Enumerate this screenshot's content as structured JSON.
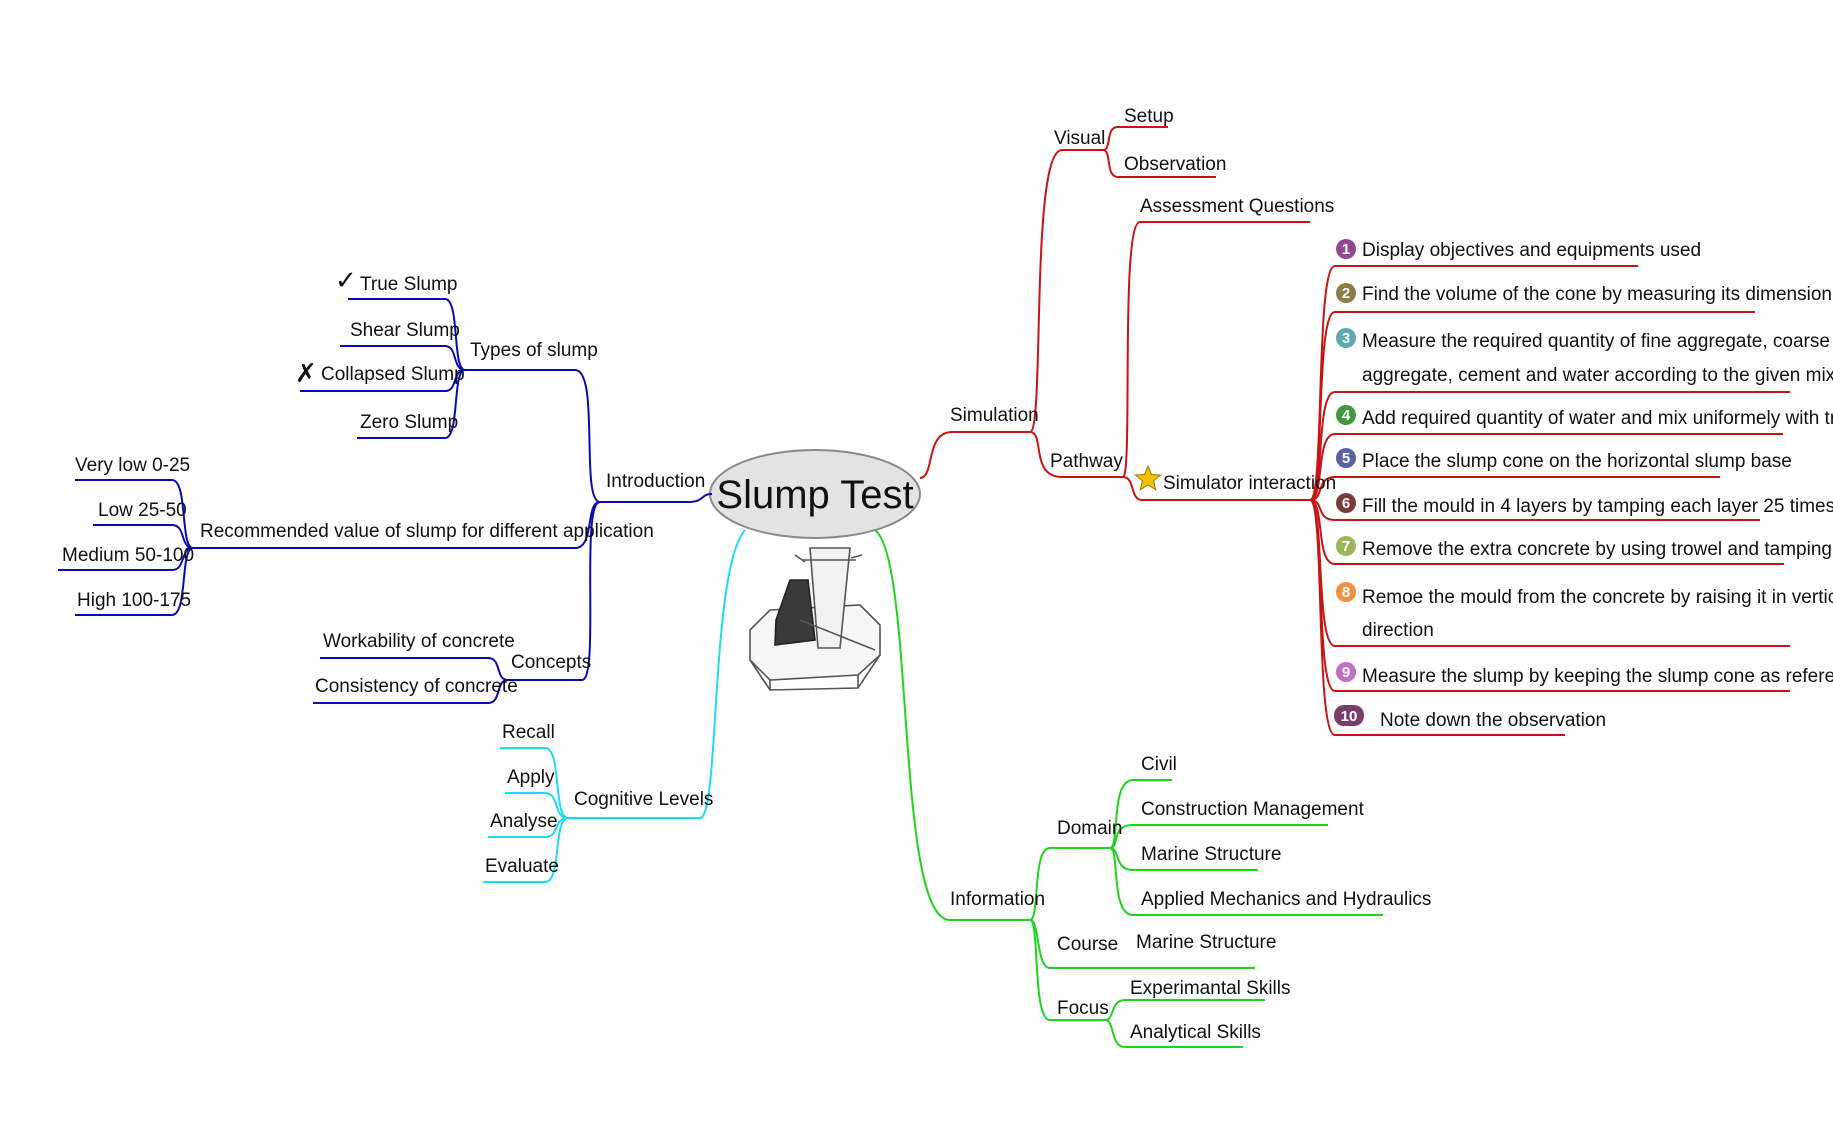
{
  "central": {
    "label": "Slump Test"
  },
  "colors": {
    "simulation": "#c81414",
    "information": "#1ed41e",
    "introduction": "#0a0ab4",
    "cognitive": "#1edcf0",
    "check": "#2bb52b",
    "cross": "#e01010",
    "star": "#f2c200"
  },
  "introduction": {
    "label": "Introduction",
    "types_of_slump": {
      "label": "Types of slump",
      "items": [
        {
          "label": "True Slump",
          "mark": "check-icon"
        },
        {
          "label": "Shear Slump",
          "mark": ""
        },
        {
          "label": "Collapsed Slump",
          "mark": "cross-icon"
        },
        {
          "label": "Zero Slump",
          "mark": ""
        }
      ]
    },
    "recommended": {
      "label": "Recommended value of slump for different application",
      "items": [
        "Very low 0-25",
        "Low 25-50",
        "Medium 50-100",
        "High 100-175"
      ]
    },
    "concepts": {
      "label": "Concepts",
      "items": [
        "Workability of concrete",
        "Consistency of concrete"
      ]
    }
  },
  "cognitive_levels": {
    "label": "Cognitive Levels",
    "items": [
      "Recall",
      "Apply",
      "Analyse",
      "Evaluate"
    ]
  },
  "simulation": {
    "label": "Simulation",
    "visual": {
      "label": "Visual",
      "items": [
        "Setup",
        "Observation"
      ]
    },
    "pathway": {
      "label": "Pathway",
      "assessment": "Assessment Questions",
      "simulator_interaction": {
        "label": "Simulator interaction",
        "icon": "star-icon",
        "steps": [
          {
            "num": "1",
            "color": "#8e4a8e",
            "lines": [
              "Display objectives and equipments used"
            ]
          },
          {
            "num": "2",
            "color": "#8a7e45",
            "lines": [
              "Find the volume of the cone by measuring its dimension"
            ]
          },
          {
            "num": "3",
            "color": "#5fa8b0",
            "lines": [
              "Measure the required quantity of fine aggregate, coarse",
              "aggregate, cement and water according to the given mix"
            ]
          },
          {
            "num": "4",
            "color": "#3f9a3f",
            "lines": [
              "Add required quantity of water and mix uniformely with trowel"
            ]
          },
          {
            "num": "5",
            "color": "#5a5fa8",
            "lines": [
              "Place the slump cone on the horizontal slump base"
            ]
          },
          {
            "num": "6",
            "color": "#7a3a3a",
            "lines": [
              "Fill the mould in 4 layers by tamping each layer 25 times"
            ]
          },
          {
            "num": "7",
            "color": "#9ab55a",
            "lines": [
              "Remove the extra concrete by using trowel and tamping rod"
            ]
          },
          {
            "num": "8",
            "color": "#f09040",
            "lines": [
              "Remoe the mould from the concrete by raising it in vertical",
              "direction"
            ]
          },
          {
            "num": "9",
            "color": "#c070c8",
            "lines": [
              "Measure the slump by keeping the slump cone as reference"
            ]
          },
          {
            "num": "10",
            "color": "#7a3d6a",
            "lines": [
              "Note down the observation"
            ]
          }
        ]
      }
    }
  },
  "information": {
    "label": "Information",
    "domain": {
      "label": "Domain",
      "items": [
        "Civil",
        "Construction Management",
        "Marine Structure",
        "Applied Mechanics and Hydraulics"
      ]
    },
    "course": {
      "label": "Course",
      "items": [
        "Marine Structure"
      ]
    },
    "focus": {
      "label": "Focus",
      "items": [
        "Experimantal Skills",
        "Analytical Skills"
      ]
    }
  }
}
